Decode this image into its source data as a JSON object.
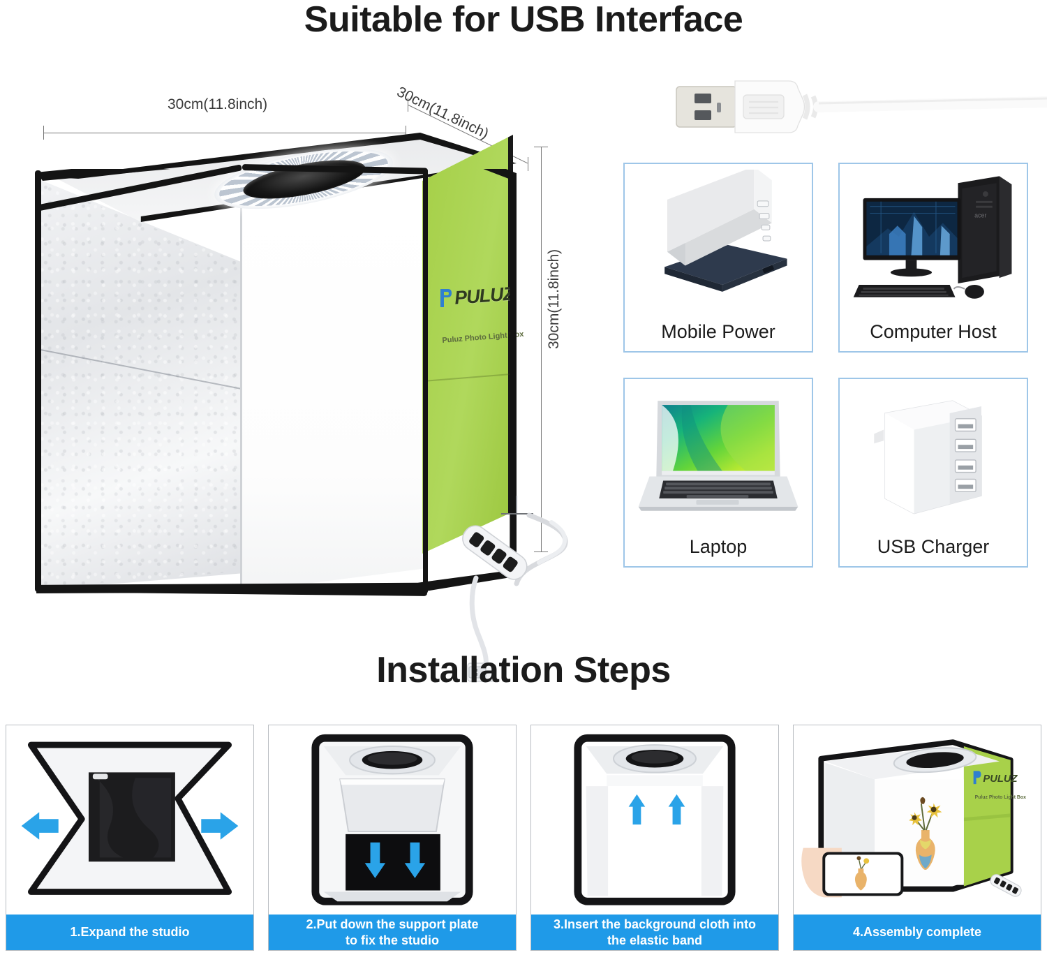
{
  "headings": {
    "usb_interface": "Suitable for USB Interface",
    "installation_steps": "Installation Steps"
  },
  "product": {
    "brand": "PULUZ",
    "panel_subtitle": "Puluz Photo Light Box",
    "dimensions": {
      "width": "30cm(11.8inch)",
      "depth": "30cm(11.8inch)",
      "height": "30cm(11.8inch)"
    }
  },
  "colors": {
    "green_panel": "#a8d14a",
    "caption_blue": "#1f9ae8",
    "card_border_blue": "#9ec6e8",
    "arrow_blue": "#2aa3e8",
    "frame_black": "#141414"
  },
  "devices": [
    {
      "label": "Mobile Power",
      "icon": "power-bank-icon"
    },
    {
      "label": "Computer Host",
      "icon": "desktop-computer-icon"
    },
    {
      "label": "Laptop",
      "icon": "laptop-icon"
    },
    {
      "label": "USB Charger",
      "icon": "usb-wall-charger-icon"
    }
  ],
  "steps": [
    {
      "caption": "1.Expand the studio"
    },
    {
      "caption": "2.Put down the support plate\nto fix the studio"
    },
    {
      "caption": "3.Insert the background cloth into\nthe elastic band"
    },
    {
      "caption": "4.Assembly complete"
    }
  ]
}
